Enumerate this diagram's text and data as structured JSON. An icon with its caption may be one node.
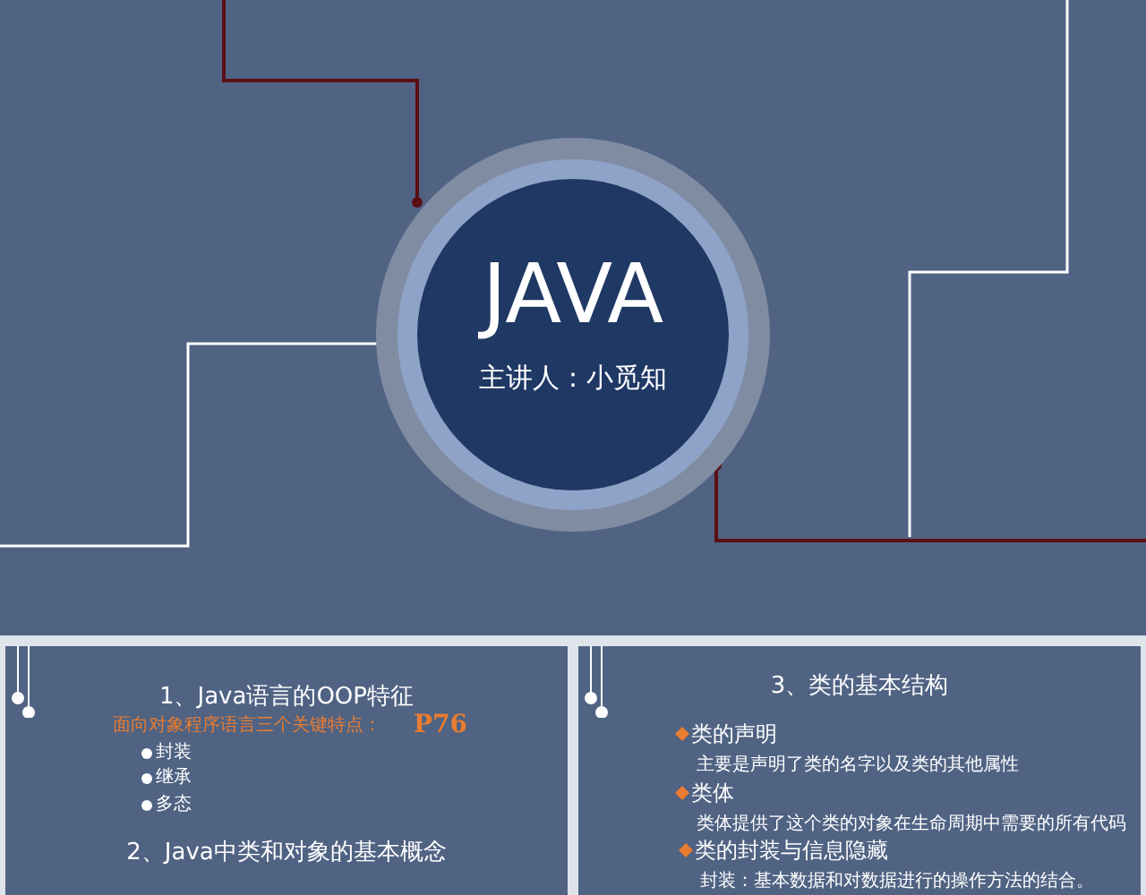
{
  "diagram": {
    "nodes": [
      {
        "text": [
          "JAVA",
          "主讲人：小觅知"
        ]
      },
      {
        "text": [
          "1、Java语言的OOP特征",
          "面向对象程序语言三个关键特点：",
          "P76",
          "封装",
          "继承",
          "多态",
          "2、Java中类和对象的基本概念"
        ]
      },
      {
        "text": [
          "3、类的基本结构",
          "类的声明",
          "主要是声明了类的名字以及类的其他属性",
          "类体",
          "类体提供了这个类的对象在生命周期中需要的所有代码",
          "类的封装与信息隐藏",
          "封装：基本数据和对数据进行的操作方法的结合。"
        ]
      }
    ]
  }
}
